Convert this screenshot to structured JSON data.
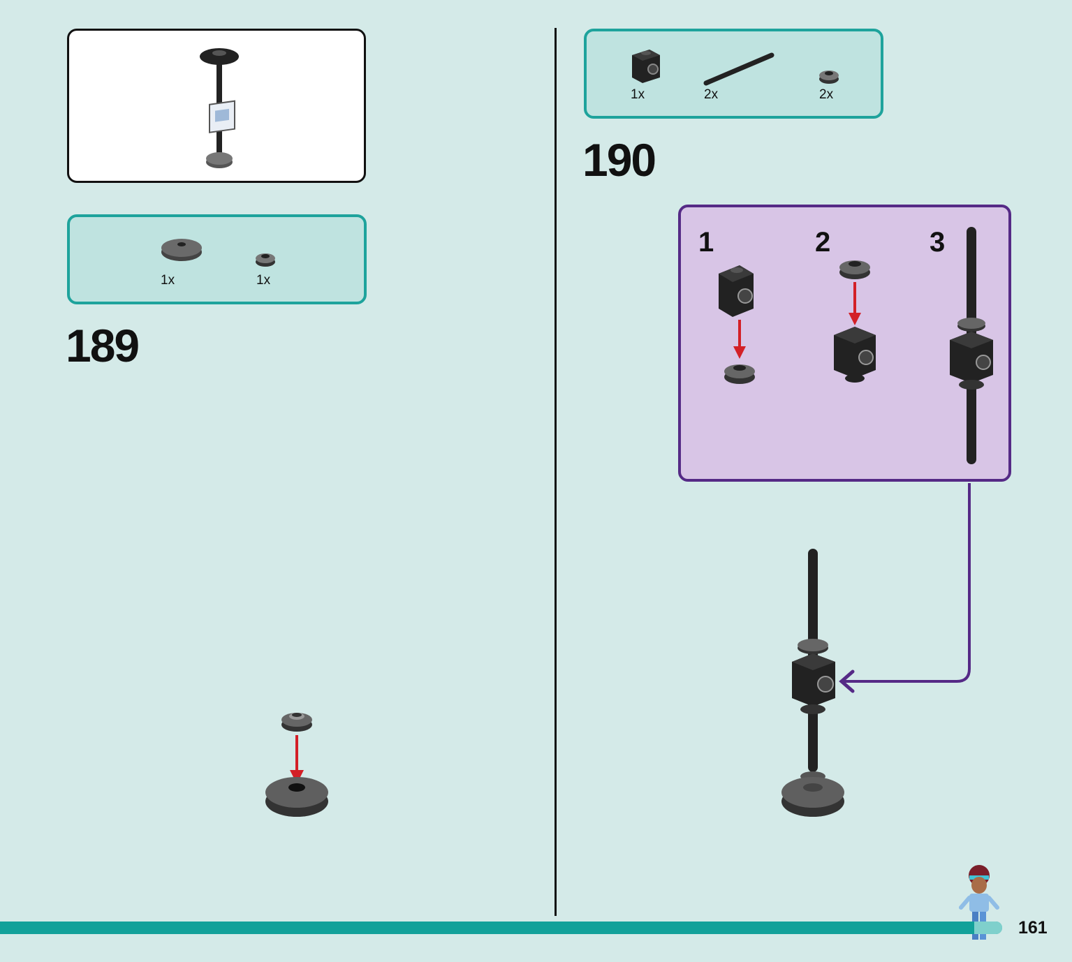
{
  "colors": {
    "page_bg": "#d4eae8",
    "parts_box_bg": "#bfe3e0",
    "parts_box_border": "#1ea39c",
    "substep_bg": "#d8c5e6",
    "substep_border": "#552a86",
    "arrow_red": "#d32027",
    "footer_bar": "#12a19a"
  },
  "step189": {
    "number": "189",
    "parts": [
      {
        "qty": "1x",
        "icon": "round-tile-2x2-icon"
      },
      {
        "qty": "1x",
        "icon": "round-plate-1x1-icon"
      }
    ]
  },
  "step190": {
    "number": "190",
    "parts": [
      {
        "qty": "1x",
        "icon": "brick-1x1-stud-icon"
      },
      {
        "qty": "2x",
        "icon": "bar-icon"
      },
      {
        "qty": "2x",
        "icon": "round-plate-1x1-icon"
      }
    ],
    "substeps": [
      {
        "number": "1"
      },
      {
        "number": "2"
      },
      {
        "number": "3"
      }
    ]
  },
  "page": {
    "number": "161"
  }
}
